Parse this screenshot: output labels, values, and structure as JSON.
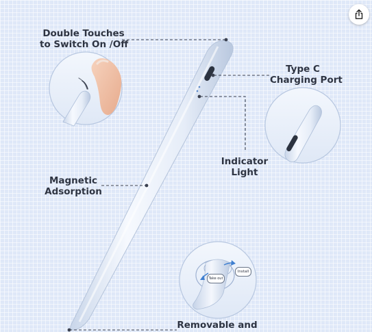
{
  "labels": {
    "double_touch": [
      "Double Touches",
      "to Switch On /Off"
    ],
    "type_c": [
      "Type C",
      "Charging Port"
    ],
    "indicator": [
      "Indicator",
      "Light"
    ],
    "magnetic": [
      "Magnetic",
      "Adsorption"
    ],
    "removable": [
      "Removable and"
    ]
  },
  "tip_badges": {
    "install": "Install",
    "take_out": "Take out"
  },
  "colors": {
    "background": "#dfe8f8",
    "label_text": "#2e3442",
    "pen_body": "#eef3fb",
    "callout_line": "#3b4150",
    "arrow": "#3f7fd0"
  },
  "icons": {
    "share": "share-icon"
  }
}
